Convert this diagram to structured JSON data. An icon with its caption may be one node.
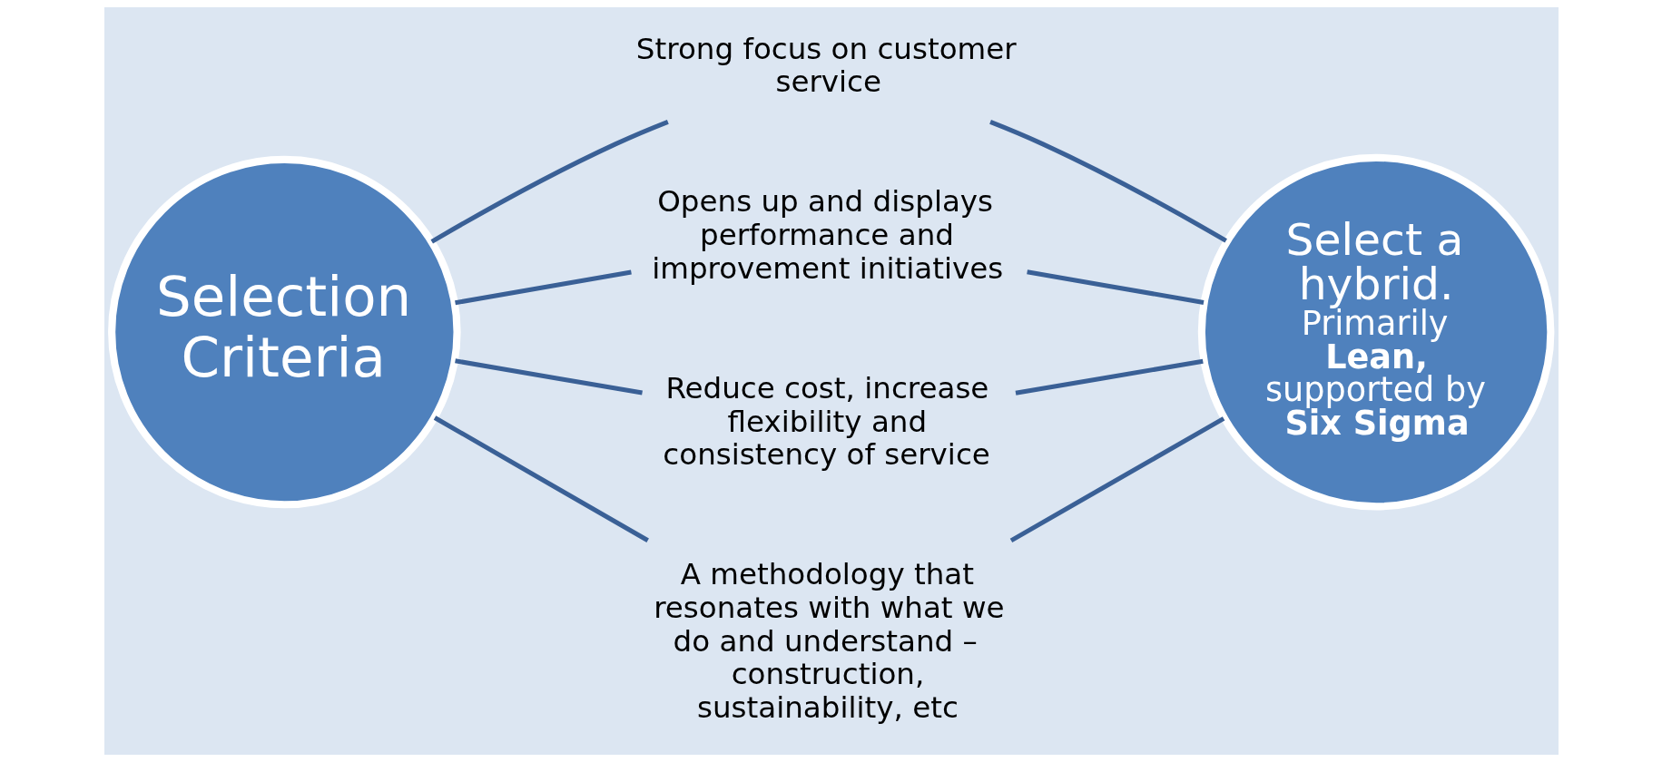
{
  "diagram": {
    "nodes": [
      {
        "text": [
          "Selection Criteria"
        ]
      },
      {
        "text": [
          "Strong focus on customer service"
        ]
      },
      {
        "text": [
          "Opens up and displays performance and improvement initiatives"
        ]
      },
      {
        "text": [
          "Reduce cost, increase flexibility and consistency of service"
        ]
      },
      {
        "text": [
          "A methodology that resonates with what we do and understand – construction, sustainability, etc"
        ]
      },
      {
        "text": [
          "Select a hybrid.",
          "Primarily **Lean,** supported by **Six Sigma**"
        ]
      }
    ],
    "edges": [
      {
        "from": 0,
        "to": 1,
        "arrow": "none"
      },
      {
        "from": 0,
        "to": 2,
        "arrow": "none"
      },
      {
        "from": 0,
        "to": 3,
        "arrow": "none"
      },
      {
        "from": 0,
        "to": 4,
        "arrow": "none"
      },
      {
        "from": 1,
        "to": 5,
        "arrow": "none"
      },
      {
        "from": 2,
        "to": 5,
        "arrow": "none"
      },
      {
        "from": 3,
        "to": 5,
        "arrow": "none"
      },
      {
        "from": 4,
        "to": 5,
        "arrow": "none"
      }
    ]
  }
}
